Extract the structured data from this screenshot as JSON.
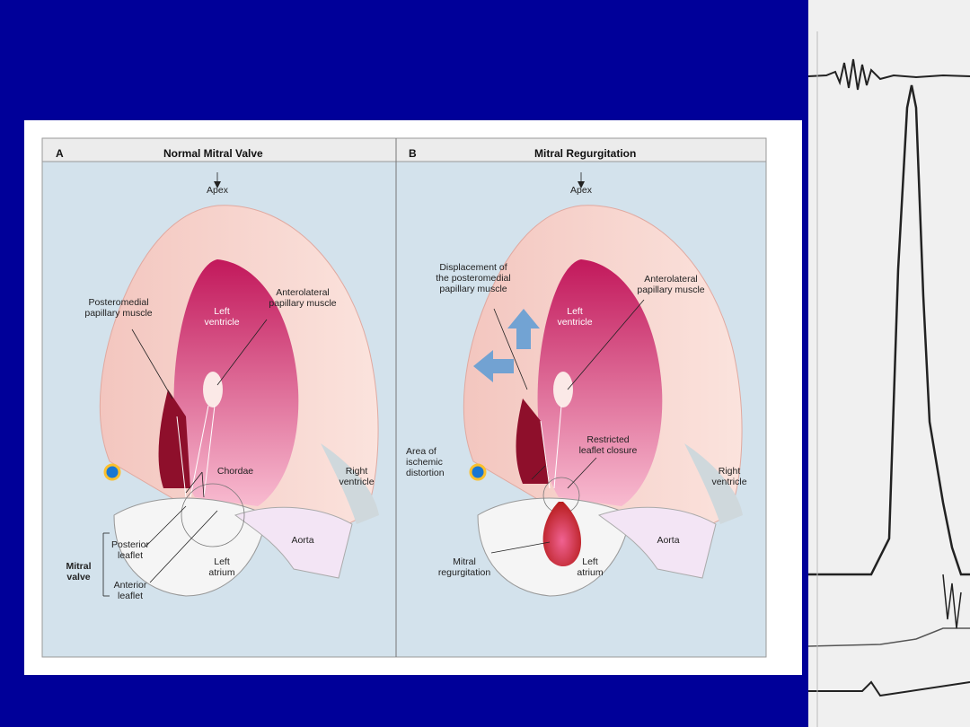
{
  "panel_a": {
    "letter": "A",
    "title": "Normal Mitral Valve",
    "labels": {
      "apex": "Apex",
      "posteromedial": "Posteromedial\npapillary muscle",
      "left_ventricle": "Left\nventricle",
      "anterolateral": "Anterolateral\npapillary muscle",
      "chordae": "Chordae",
      "right_ventricle": "Right\nventricle",
      "aorta": "Aorta",
      "posterior_leaflet": "Posterior\nleaflet",
      "anterior_leaflet": "Anterior\nleaflet",
      "mitral_valve": "Mitral\nvalve",
      "left_atrium": "Left\natrium"
    }
  },
  "panel_b": {
    "letter": "B",
    "title": "Mitral Regurgitation",
    "labels": {
      "apex": "Apex",
      "displacement": "Displacement of\nthe posteromedial\npapillary muscle",
      "left_ventricle": "Left\nventricle",
      "anterolateral": "Anterolateral\npapillary muscle",
      "area": "Area of\nischemic\ndistortion",
      "restricted": "Restricted\nleaflet closure",
      "right_ventricle": "Right\nventricle",
      "aorta": "Aorta",
      "mitral_regurgitation": "Mitral\nregurgitation",
      "left_atrium": "Left\natrium"
    }
  },
  "colors": {
    "slide_background": "#000099",
    "panel_background": "#d6e4ee",
    "header_background": "#ececec",
    "arrow": "#5b9bd5"
  }
}
